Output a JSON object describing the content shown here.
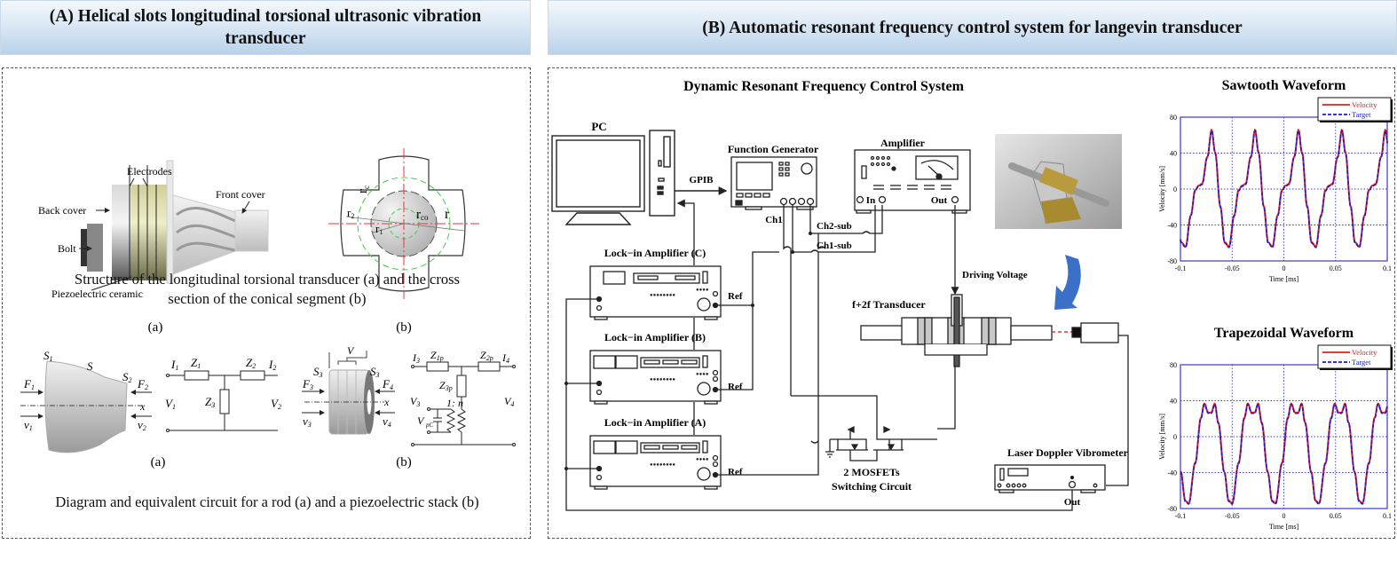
{
  "panel_a": {
    "title": "(A) Helical slots longitudinal torsional ultrasonic vibration transducer",
    "fig1": {
      "labels": {
        "electrodes": "Electrodes",
        "back_cover": "Back cover",
        "bolt": "Bolt",
        "front_cover": "Front cover",
        "piezo": "Piezoelectric ceramic"
      },
      "sub_a": "(a)",
      "sub_b": "(b)",
      "cross_section_labels": [
        "r_c",
        "r_2",
        "r_co",
        "r",
        "r_1"
      ],
      "caption_line1": "Structure of the longitudinal torsional transducer (a) and the cross",
      "caption_line2": "section of the conical segment (b)"
    },
    "fig2": {
      "rod_labels": {
        "S1": "S",
        "S": "S",
        "S2": "S",
        "F1": "F",
        "F2": "F",
        "v1": "v",
        "v2": "v",
        "x": "x"
      },
      "circuit_a": {
        "I1": "I",
        "Z1": "Z",
        "Z2": "Z",
        "I2": "I",
        "Z3": "Z",
        "V1": "V",
        "V2": "V"
      },
      "stack_labels": {
        "V": "V",
        "S3": "S",
        "F3": "F",
        "F4": "F",
        "v3": "v",
        "v4": "v",
        "x": "x"
      },
      "circuit_b": {
        "I3": "I",
        "Z1p": "Z",
        "Z2p": "Z",
        "I4": "I",
        "Z3p": "Z",
        "V3": "V",
        "V4": "V",
        "ratio": "1: n",
        "V": "V",
        "pc": "pC"
      },
      "sub_a": "(a)",
      "sub_b": "(b)",
      "caption": "Diagram and equivalent circuit for a rod (a) and a piezoelectric stack (b)"
    }
  },
  "panel_b": {
    "title": "(B) Automatic resonant frequency control system for langevin transducer",
    "system_title": "Dynamic Resonant Frequency Control System",
    "devices": {
      "pc": "PC",
      "gpib": "GPIB",
      "function_generator": "Function Generator",
      "amplifier": "Amplifier",
      "amp_in": "In",
      "amp_out": "Out",
      "ch1": "Ch1",
      "ch2_sub": "Ch2-sub",
      "ch1_sub": "Ch1-sub",
      "lockin_c": "Lock−in Amplifier (C)",
      "lockin_b": "Lock−in Amplifier (B)",
      "lockin_a": "Lock−in Amplifier (A)",
      "ref": "Ref",
      "driving_voltage": "Driving Voltage",
      "transducer": "f+2f Transducer",
      "mosfet_line1": "2 MOSFETs",
      "mosfet_line2": "Switching Circuit",
      "ldv": "Laser Doppler Vibrometer",
      "ldv_out": "Out"
    },
    "arrow_color": "#3a70c8"
  },
  "chart_data": [
    {
      "type": "line",
      "title": "Sawtooth Waveform",
      "xlabel": "Time [ms]",
      "ylabel": "Velocity [mm/s]",
      "xlim": [
        -0.1,
        0.1
      ],
      "ylim": [
        -80,
        80
      ],
      "xticks": [
        "-0.1",
        "-0.05",
        "0",
        "0.05",
        "0.1"
      ],
      "yticks": [
        "80",
        "40",
        "0",
        "-40",
        "-80"
      ],
      "grid": true,
      "legend": "top-right",
      "period_ms": 0.042,
      "peak": 65,
      "trough": -65,
      "series": [
        {
          "name": "Velocity",
          "color": "#e02020",
          "style": "solid"
        },
        {
          "name": "Target",
          "color": "#1a1ad0",
          "style": "dashed"
        }
      ]
    },
    {
      "type": "line",
      "title": "Trapezoidal Waveform",
      "xlabel": "Time [ms]",
      "ylabel": "Velocity [mm/s]",
      "xlim": [
        -0.1,
        0.1
      ],
      "ylim": [
        -80,
        80
      ],
      "xticks": [
        "-0.1",
        "-0.05",
        "0",
        "0.05",
        "0.1"
      ],
      "yticks": [
        "80",
        "40",
        "0",
        "-40",
        "-80"
      ],
      "grid": true,
      "legend": "top-right",
      "period_ms": 0.042,
      "peak": 36,
      "trough": -75,
      "series": [
        {
          "name": "Velocity",
          "color": "#e02020",
          "style": "solid"
        },
        {
          "name": "Target",
          "color": "#1a1ad0",
          "style": "dashed"
        }
      ]
    }
  ]
}
